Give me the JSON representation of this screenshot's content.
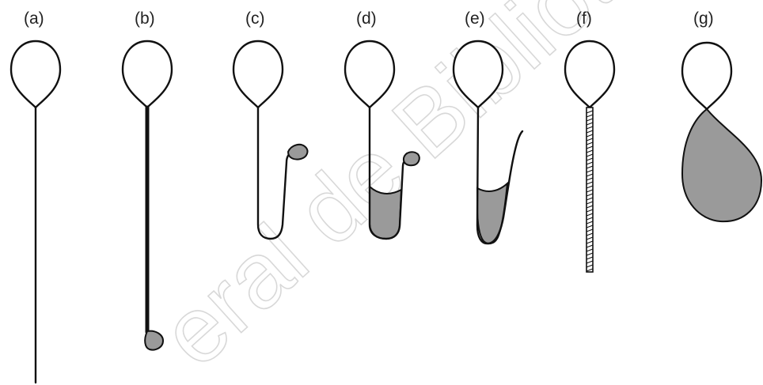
{
  "panels": [
    {
      "label": "(a)"
    },
    {
      "label": "(b)"
    },
    {
      "label": "(c)"
    },
    {
      "label": "(d)"
    },
    {
      "label": "(e)"
    },
    {
      "label": "(f)"
    },
    {
      "label": "(g)"
    }
  ],
  "watermark": {
    "text": "eral de Bibliot"
  },
  "colors": {
    "stroke": "#111111",
    "fill_shaded": "#9a9a9a",
    "background": "#ffffff"
  }
}
